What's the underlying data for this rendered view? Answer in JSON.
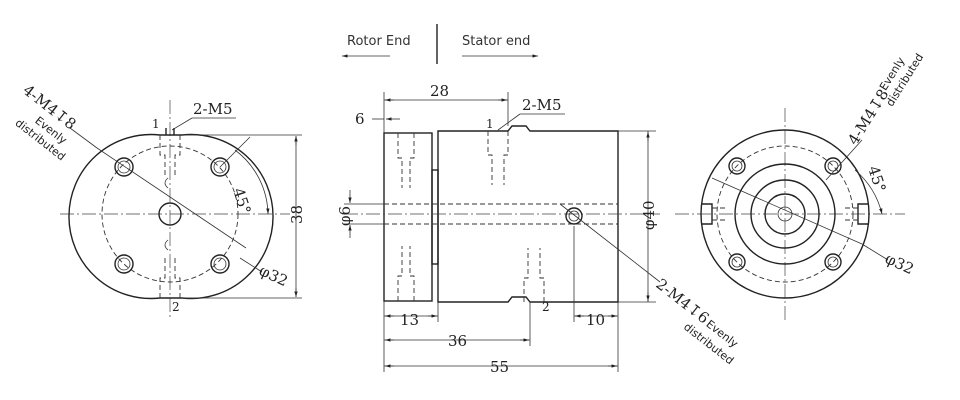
{
  "header": {
    "rotor_label": "Rotor End",
    "stator_label": "Stator end"
  },
  "left_view": {
    "hole_callout": "4-M4",
    "hole_depth": "↧8",
    "evenly": "Evenly",
    "distributed": "distributed",
    "thread_callout": "2-M5",
    "mark_top": "1",
    "mark_bottom": "2",
    "angle": "45°",
    "pcd": "φ32",
    "height": "38"
  },
  "side_view": {
    "thread_callout": "2-M5",
    "mark_top": "1",
    "mark_bottom": "2",
    "dim_28": "28",
    "dim_6": "6",
    "dim_bore": "φ6",
    "dim_dia40": "φ40",
    "dim_13": "13",
    "dim_36": "36",
    "dim_10": "10",
    "dim_55": "55",
    "hole_callout": "2-M4",
    "hole_depth": "↧6",
    "evenly": "Evenly",
    "distributed": "distributed"
  },
  "right_view": {
    "hole_callout": "4-M4",
    "hole_depth": "↧8",
    "evenly": "Evenly",
    "distributed": "distributed",
    "angle": "45°",
    "pcd": "φ32"
  }
}
